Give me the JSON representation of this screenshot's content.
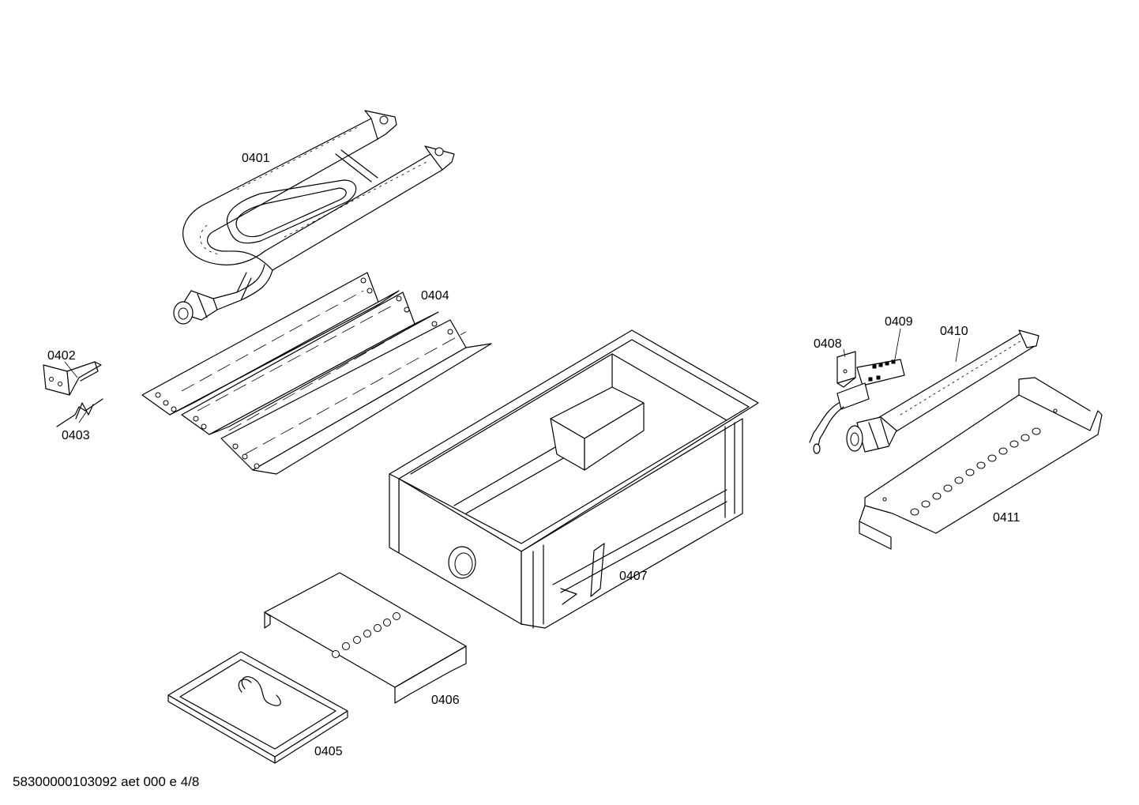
{
  "diagram": {
    "parts": [
      {
        "id": "0401"
      },
      {
        "id": "0402"
      },
      {
        "id": "0403"
      },
      {
        "id": "0404"
      },
      {
        "id": "0405"
      },
      {
        "id": "0406"
      },
      {
        "id": "0407"
      },
      {
        "id": "0408"
      },
      {
        "id": "0409"
      },
      {
        "id": "0410"
      },
      {
        "id": "0411"
      }
    ]
  },
  "footer": {
    "text": "58300000103092 aet 000 e 4/8"
  }
}
